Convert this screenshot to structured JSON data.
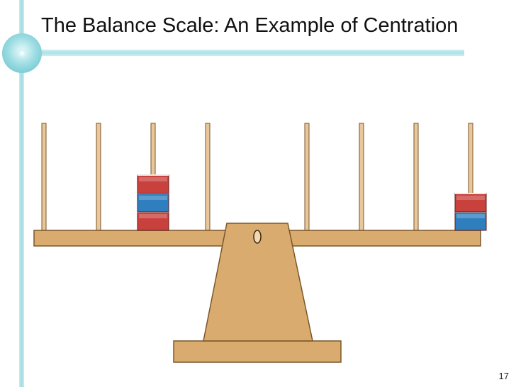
{
  "slide": {
    "title": "The Balance Scale: An Example of Centration",
    "page_number": "17"
  },
  "colors": {
    "wood": "#d9ab6f",
    "wood_edge": "#7a5628",
    "red_weight": "#c9413d",
    "blue_weight": "#2f7fbf",
    "peg": "#e8c79a",
    "accent": "#9fdde3"
  },
  "diagram": {
    "pegs_per_side": 4,
    "weights": {
      "left": {
        "peg": 3,
        "stack": [
          "red",
          "blue",
          "red"
        ]
      },
      "right": {
        "peg": 4,
        "stack": [
          "blue",
          "red"
        ]
      }
    }
  }
}
